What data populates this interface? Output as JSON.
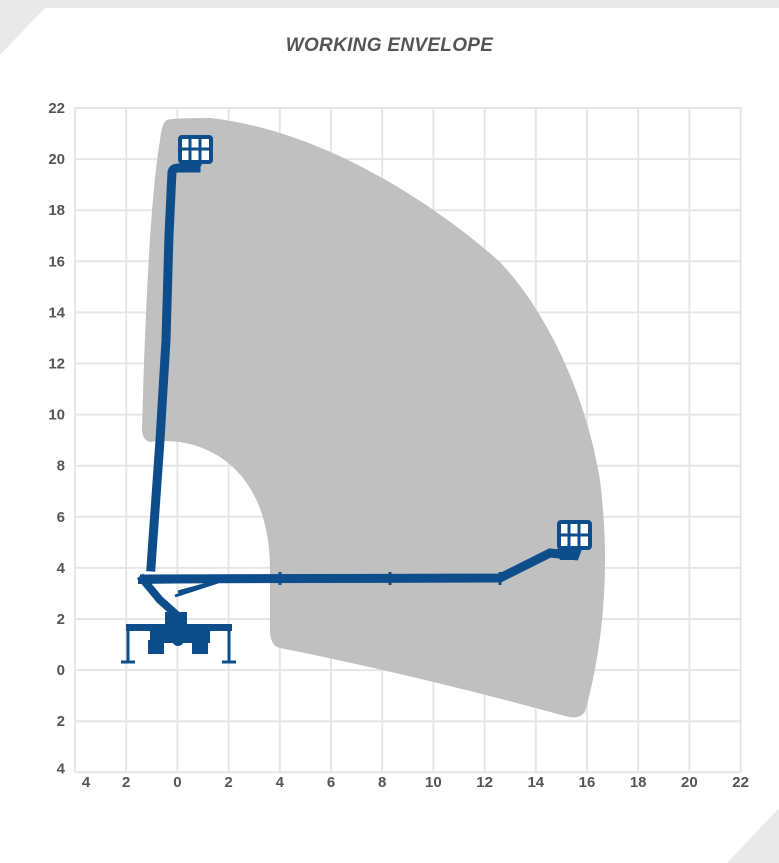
{
  "title": "WORKING ENVELOPE",
  "axes": {
    "x_ticks": [
      "4",
      "2",
      "0",
      "2",
      "4",
      "6",
      "8",
      "10",
      "12",
      "14",
      "16",
      "18",
      "20",
      "22"
    ],
    "y_ticks": [
      "22",
      "20",
      "18",
      "16",
      "14",
      "12",
      "10",
      "8",
      "6",
      "4",
      "2",
      "0",
      "2",
      "4"
    ]
  },
  "colors": {
    "envelope": "#c0c0c0",
    "machine": "#0d4d8c",
    "grid": "#e6e6e6",
    "tick_text": "#555555",
    "card": "#ffffff",
    "page": "#e9e9e9"
  },
  "icons": {
    "upper_basket": "platform-basket-icon",
    "outreach_basket": "platform-basket-icon",
    "chassis": "truck-chassis-icon"
  }
}
